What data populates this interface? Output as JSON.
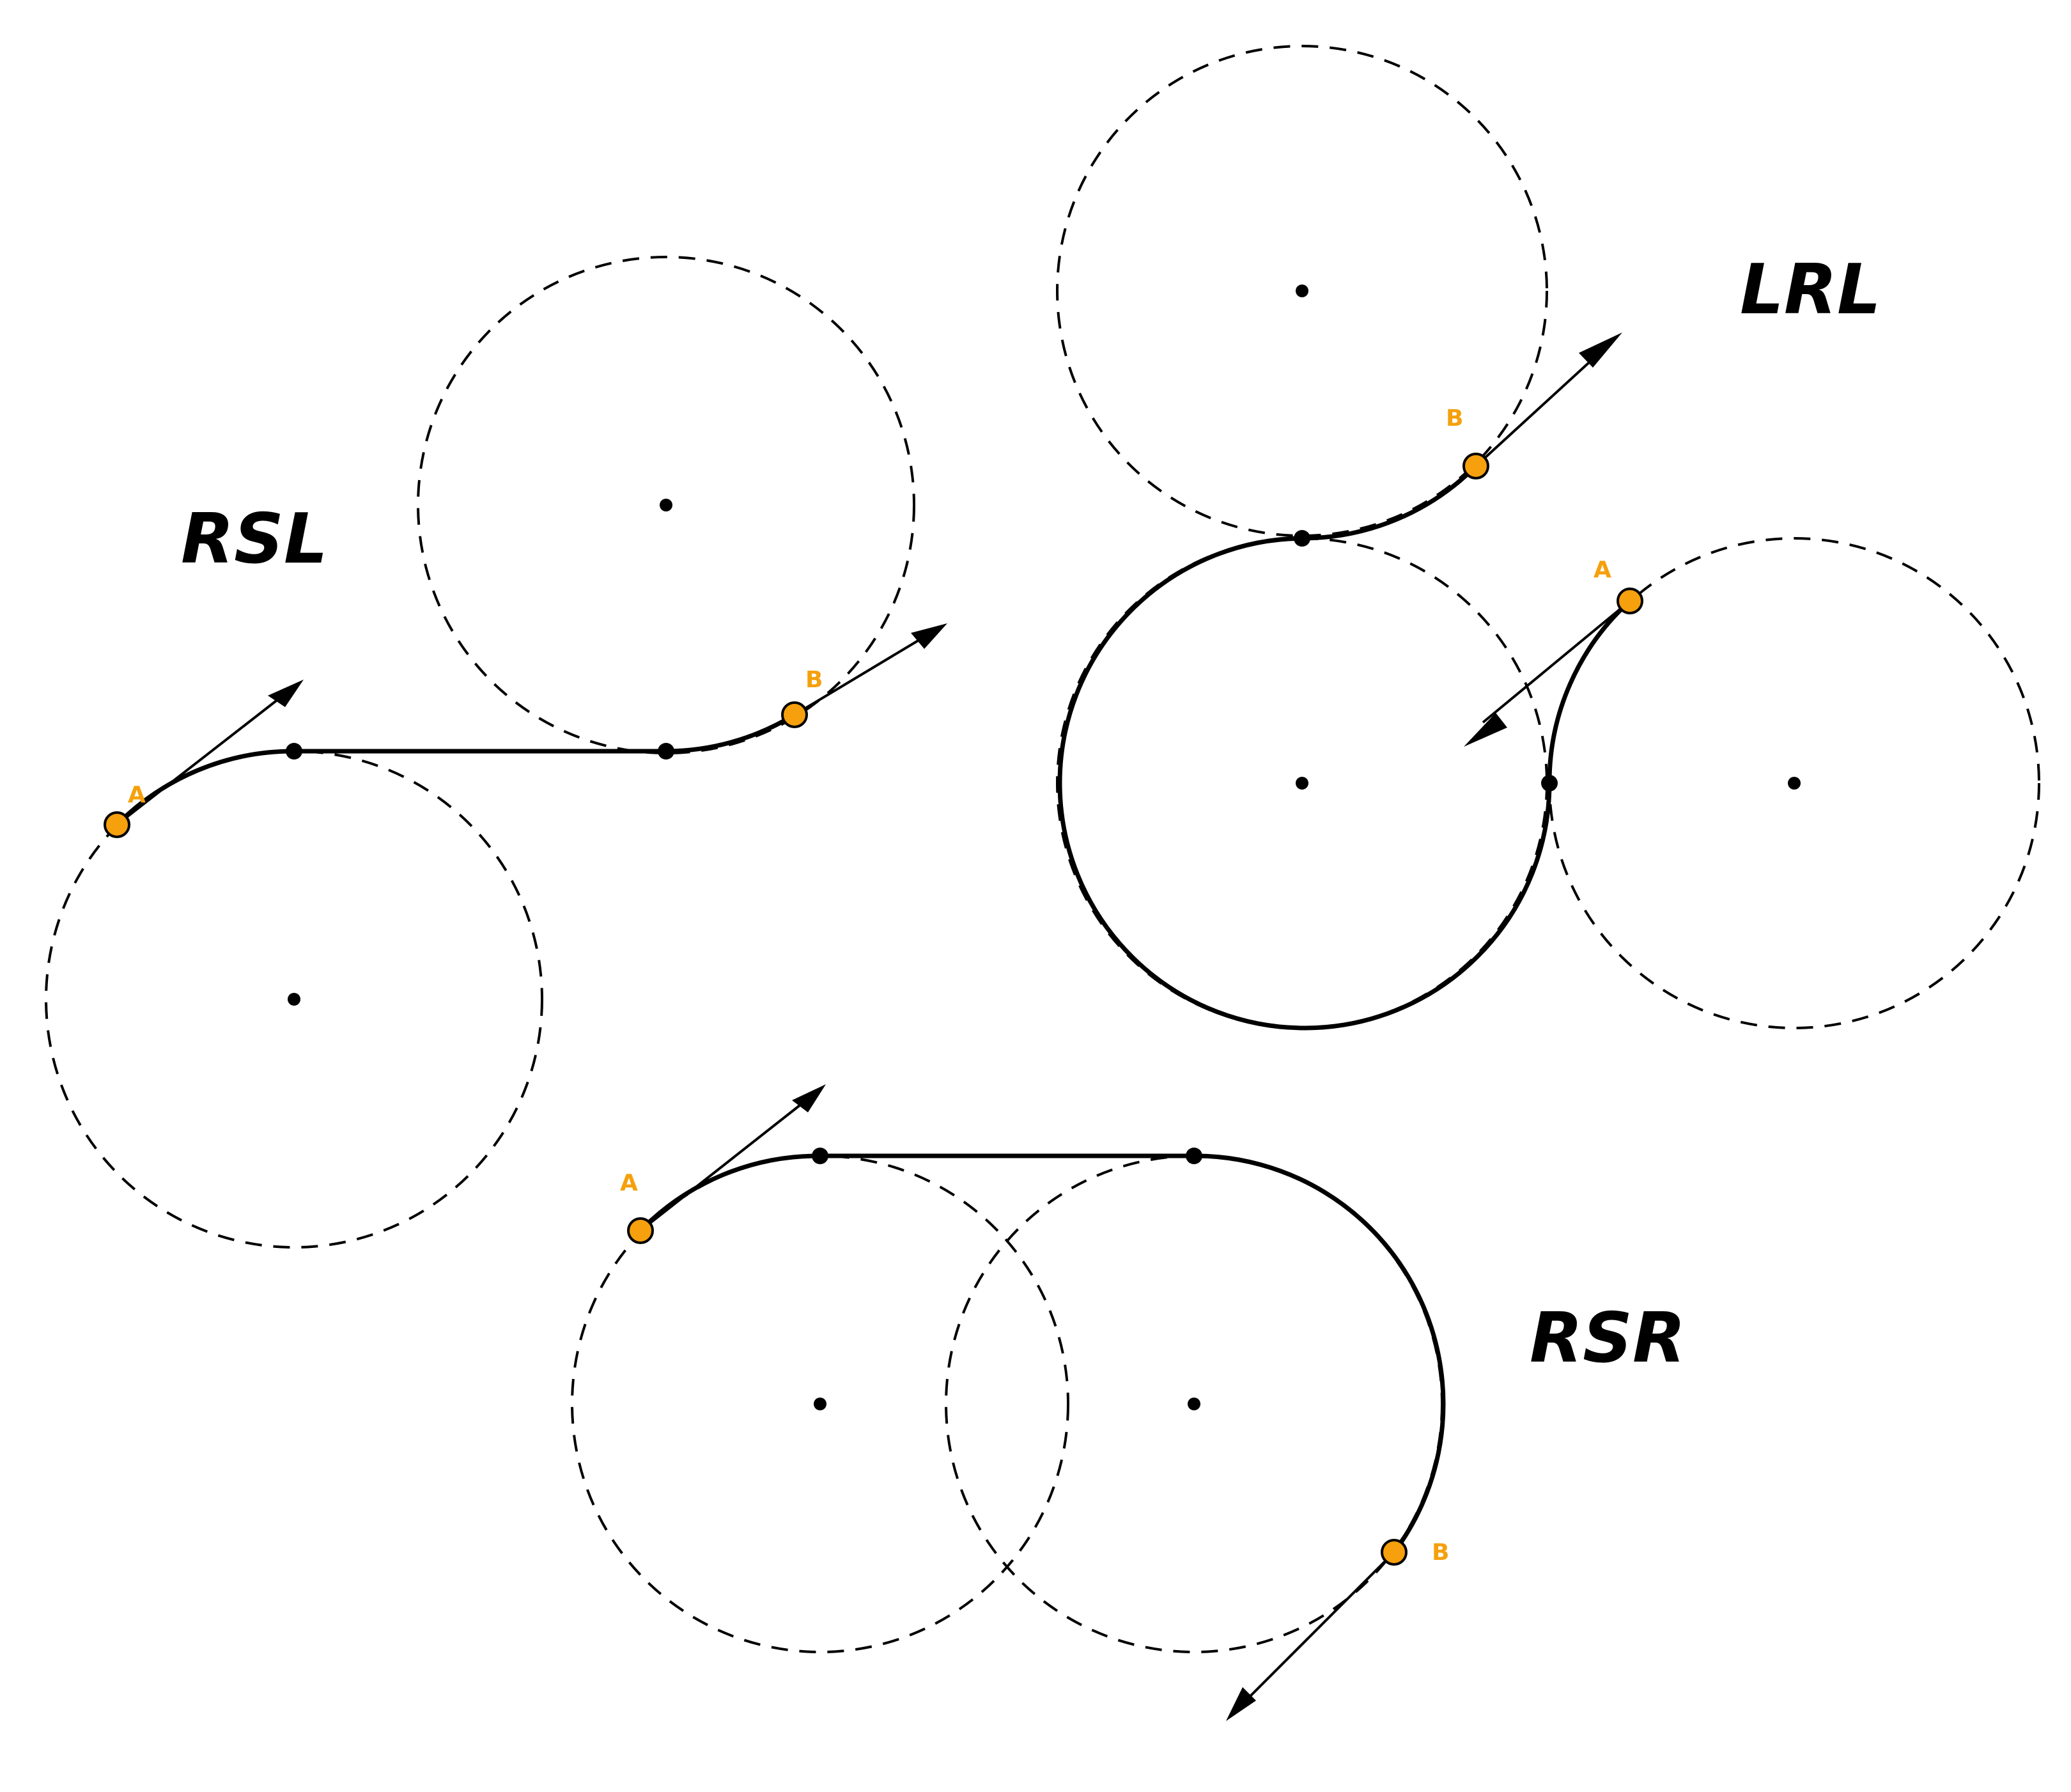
{
  "colors": {
    "endpoint": "#F5A00C",
    "line": "#000000",
    "background": "#FFFFFF"
  },
  "diagrams": [
    {
      "id": "rsl",
      "title": "RSL",
      "start_label": "A",
      "end_label": "B"
    },
    {
      "id": "lrl",
      "title": "LRL",
      "start_label": "A",
      "end_label": "B"
    },
    {
      "id": "rsr",
      "title": "RSR",
      "start_label": "A",
      "end_label": "B"
    }
  ]
}
